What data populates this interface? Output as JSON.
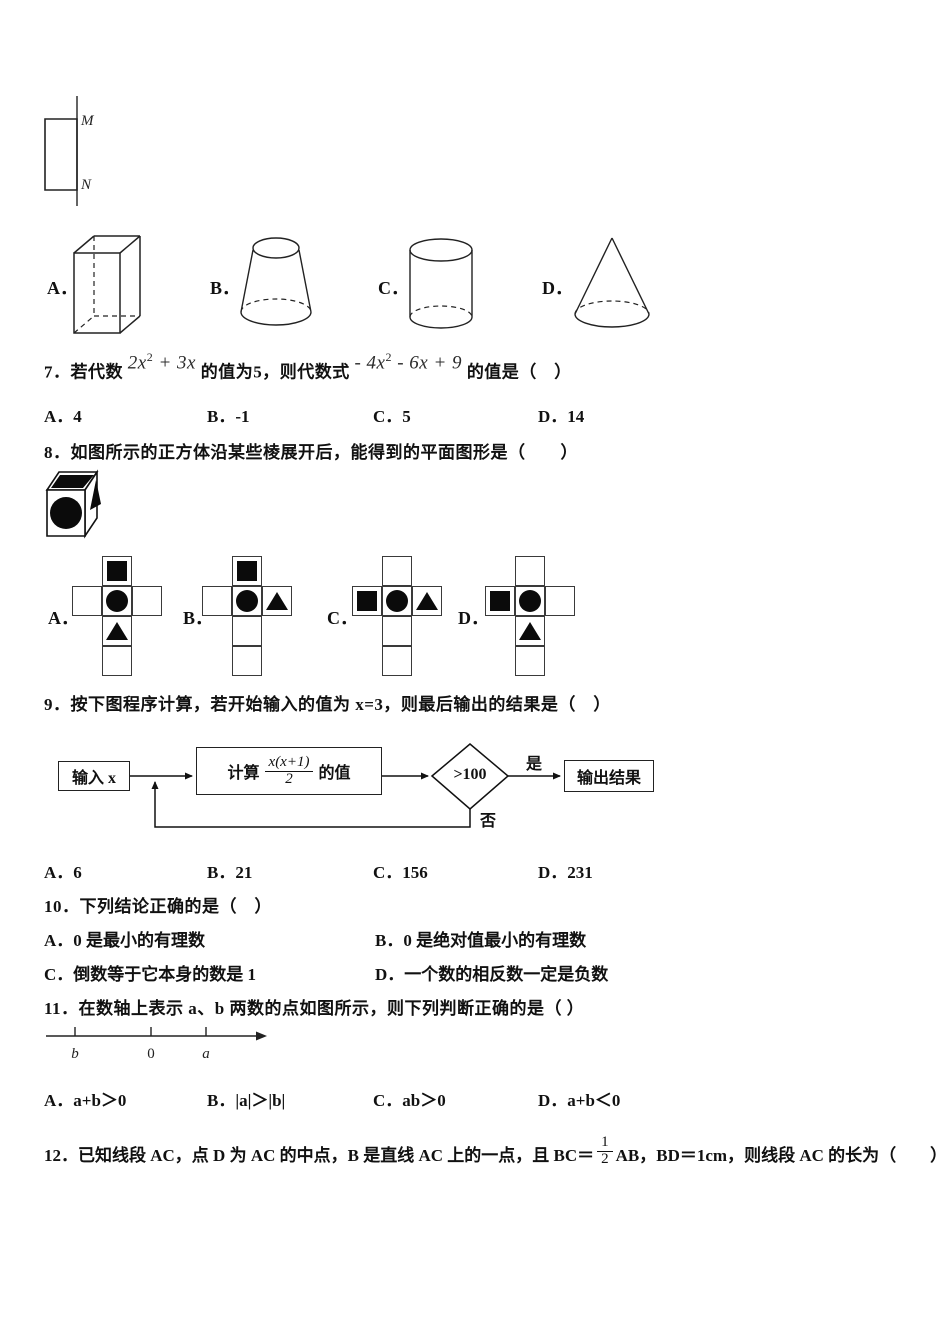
{
  "figure_mn": {
    "top_label": "M",
    "bottom_label": "N"
  },
  "solids": {
    "options": [
      {
        "label": "A．",
        "name": "rectangular-prism"
      },
      {
        "label": "B．",
        "name": "frustum"
      },
      {
        "label": "C．",
        "name": "cylinder"
      },
      {
        "label": "D．",
        "name": "cone"
      }
    ]
  },
  "q7": {
    "prefix": "7．若代数 ",
    "expr1": {
      "pre": "2x",
      "sup": "2",
      "post": " + 3x"
    },
    "middle": " 的值为5，则代数式 ",
    "expr2": {
      "pre": "- 4x",
      "sup": "2",
      "post": " - 6x + 9"
    },
    "suffix": " 的值是（　）",
    "options": [
      {
        "label": "A．",
        "text": "4"
      },
      {
        "label": "B．",
        "text": "-1"
      },
      {
        "label": "C．",
        "text": "5"
      },
      {
        "label": "D．",
        "text": "14"
      }
    ]
  },
  "q8": {
    "text": "8．如图所示的正方体沿某些棱展开后，能得到的平面图形是（　　）",
    "nets": [
      {
        "label": "A．",
        "cells": [
          {
            "r": 0,
            "c": 1,
            "shape": "square"
          },
          {
            "r": 1,
            "c": 0,
            "shape": null
          },
          {
            "r": 1,
            "c": 1,
            "shape": "circle"
          },
          {
            "r": 1,
            "c": 2,
            "shape": null
          },
          {
            "r": 2,
            "c": 1,
            "shape": "triangle"
          },
          {
            "r": 3,
            "c": 1,
            "shape": null
          }
        ]
      },
      {
        "label": "B．",
        "cells": [
          {
            "r": 0,
            "c": 1,
            "shape": "square"
          },
          {
            "r": 1,
            "c": 0,
            "shape": null
          },
          {
            "r": 1,
            "c": 1,
            "shape": "circle"
          },
          {
            "r": 1,
            "c": 2,
            "shape": "triangle"
          },
          {
            "r": 2,
            "c": 1,
            "shape": null
          },
          {
            "r": 3,
            "c": 1,
            "shape": null
          }
        ]
      },
      {
        "label": "C．",
        "cells": [
          {
            "r": 0,
            "c": 1,
            "shape": null
          },
          {
            "r": 1,
            "c": 0,
            "shape": "square"
          },
          {
            "r": 1,
            "c": 1,
            "shape": "circle"
          },
          {
            "r": 1,
            "c": 2,
            "shape": "triangle"
          },
          {
            "r": 2,
            "c": 1,
            "shape": null
          },
          {
            "r": 3,
            "c": 1,
            "shape": null
          }
        ]
      },
      {
        "label": "D．",
        "cells": [
          {
            "r": 0,
            "c": 1,
            "shape": null
          },
          {
            "r": 1,
            "c": 0,
            "shape": "square"
          },
          {
            "r": 1,
            "c": 1,
            "shape": "circle"
          },
          {
            "r": 1,
            "c": 2,
            "shape": null
          },
          {
            "r": 2,
            "c": 1,
            "shape": "triangle"
          },
          {
            "r": 3,
            "c": 1,
            "shape": null
          }
        ]
      }
    ]
  },
  "q9": {
    "text": "9．按下图程序计算，若开始输入的值为 x=3，则最后输出的结果是（　）",
    "flowchart": {
      "input": "输入 x",
      "calc_prefix": "计算",
      "frac_num": "x(x+1)",
      "frac_den": "2",
      "calc_suffix": "的值",
      "condition": ">100",
      "yes": "是",
      "no": "否",
      "output": "输出结果"
    },
    "options": [
      {
        "label": "A．",
        "text": "6"
      },
      {
        "label": "B．",
        "text": "21"
      },
      {
        "label": "C．",
        "text": "156"
      },
      {
        "label": "D．",
        "text": "231"
      }
    ]
  },
  "q10": {
    "text": "10．下列结论正确的是（　）",
    "options": [
      {
        "label": "A．",
        "text": "0 是最小的有理数"
      },
      {
        "label": "B．",
        "text": "0 是绝对值最小的有理数"
      },
      {
        "label": "C．",
        "text": "倒数等于它本身的数是 1"
      },
      {
        "label": "D．",
        "text": "一个数的相反数一定是负数"
      }
    ]
  },
  "q11": {
    "text": "11．在数轴上表示 a、b 两数的点如图所示，则下列判断正确的是（ ）",
    "numberline": {
      "left_label": "b",
      "zero_label": "0",
      "right_label": "a"
    },
    "options": [
      {
        "label": "A．",
        "text": "a+b＞0"
      },
      {
        "label": "B．",
        "text": "|a|＞|b|"
      },
      {
        "label": "C．",
        "text": "ab＞0"
      },
      {
        "label": "D．",
        "text": "a+b＜0"
      }
    ]
  },
  "q12": {
    "prefix": "12．已知线段 AC，点 D 为 AC 的中点，B 是直线 AC 上的一点，且 BC＝",
    "frac_num": "1",
    "frac_den": "2",
    "suffix": "AB，BD＝1cm，则线段 AC 的长为（　　）"
  }
}
